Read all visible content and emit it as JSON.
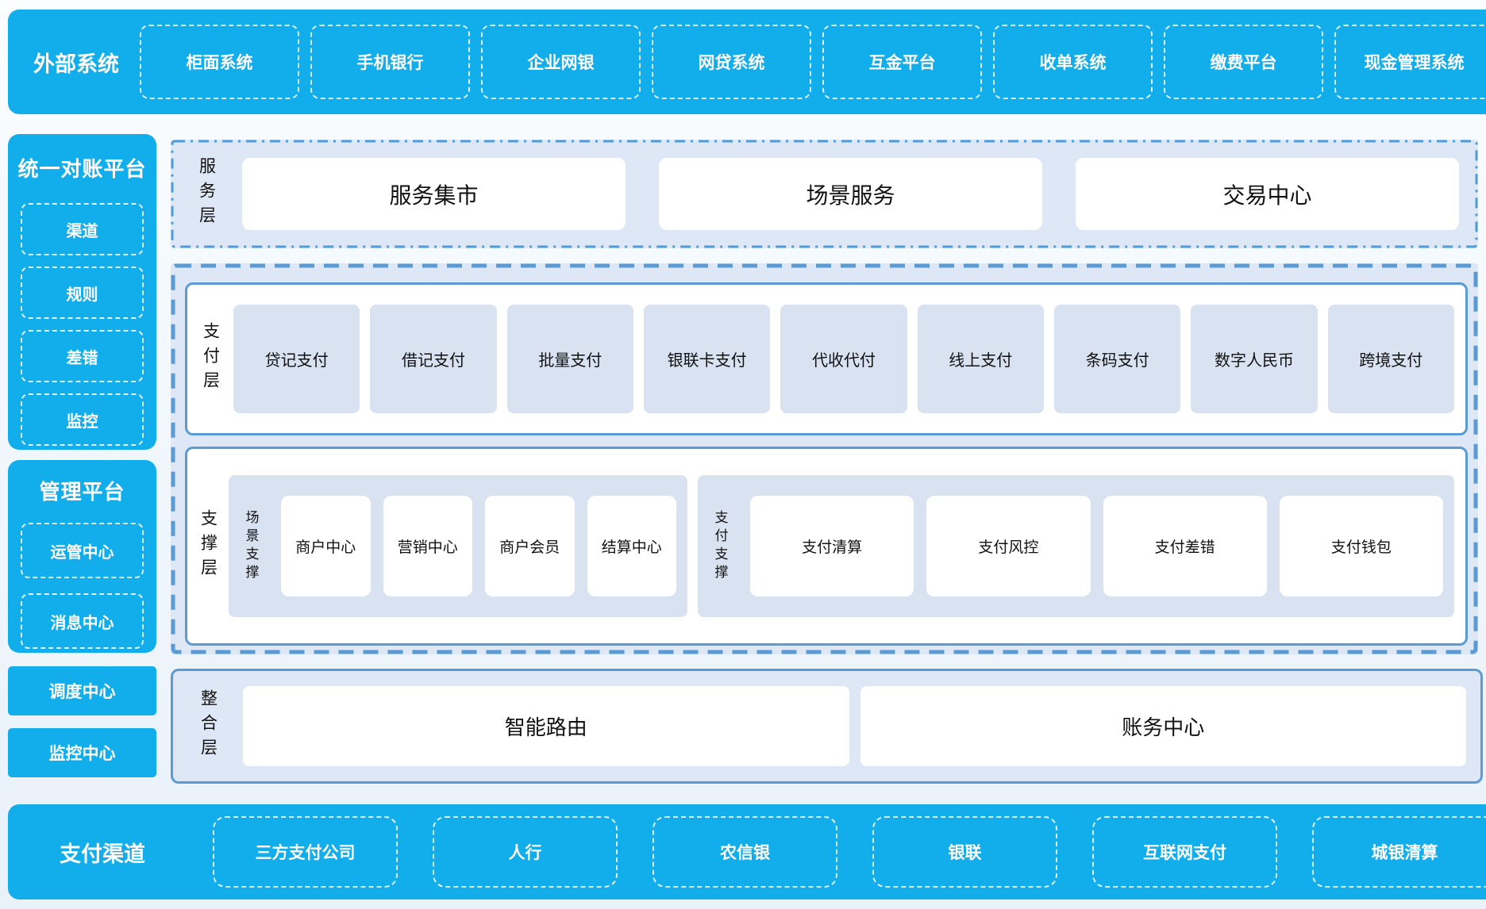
{
  "colors": {
    "accent_blue": "#12ADEB",
    "border_blue": "#5B9BD5",
    "panel_bg": "#DDE7F5",
    "box_bg": "#D8E2F1",
    "text_dark": "#111111",
    "text_light": "#FFFFFF"
  },
  "top_bar": {
    "title": "外部系统",
    "items": [
      "柜面系统",
      "手机银行",
      "企业网银",
      "网贷系统",
      "互金平台",
      "收单系统",
      "缴费平台",
      "现金管理系统"
    ]
  },
  "left_column": {
    "panels": [
      {
        "title": "统一对账平台",
        "items": [
          "渠道",
          "规则",
          "差错",
          "监控"
        ]
      },
      {
        "title": "管理平台",
        "items": [
          "运管中心",
          "消息中心"
        ]
      }
    ],
    "solid_boxes": [
      "调度中心",
      "监控中心"
    ]
  },
  "service_layer": {
    "label": "服务层",
    "items": [
      "服务集市",
      "场景服务",
      "交易中心"
    ]
  },
  "payment_layer": {
    "label": "支付层",
    "items": [
      "贷记支付",
      "借记支付",
      "批量支付",
      "银联卡支付",
      "代收代付",
      "线上支付",
      "条码支付",
      "数字人民币",
      "跨境支付"
    ]
  },
  "support_layer": {
    "label": "支撑层",
    "groups": [
      {
        "label": "场景支撑",
        "items": [
          "商户中心",
          "营销中心",
          "商户会员",
          "结算中心"
        ]
      },
      {
        "label": "支付支撑",
        "items": [
          "支付清算",
          "支付风控",
          "支付差错",
          "支付钱包"
        ]
      }
    ]
  },
  "integration_layer": {
    "label": "整合层",
    "items": [
      "智能路由",
      "账务中心"
    ]
  },
  "bottom_bar": {
    "title": "支付渠道",
    "items": [
      "三方支付公司",
      "人行",
      "农信银",
      "银联",
      "互联网支付",
      "城银清算"
    ]
  }
}
